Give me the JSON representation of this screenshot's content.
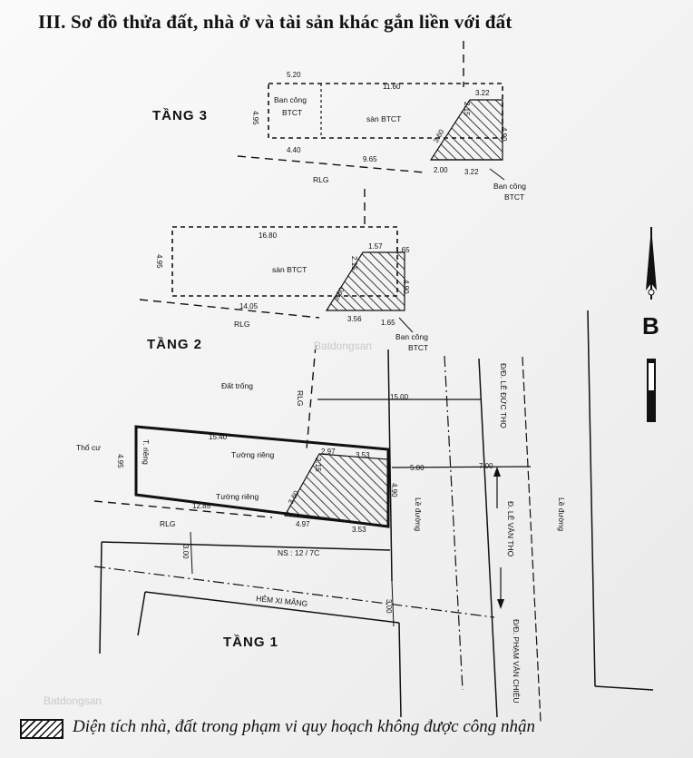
{
  "title": "III. Sơ đồ thửa đất, nhà ở và tài sản khác gắn liền với đất",
  "floors": {
    "tang3": {
      "label": "TẦNG 3",
      "balcony_left": [
        "Ban công",
        "BTCT"
      ],
      "slab": "sàn BTCT",
      "dims": [
        "5.20",
        "11.60",
        "3.22",
        "4.95",
        "4.90",
        "2.15",
        "3.60",
        "4.40",
        "9.65",
        "2.00",
        "3.22"
      ],
      "rlg": "RLG",
      "balcony_right": [
        "Ban công",
        "BTCT"
      ]
    },
    "tang2": {
      "label": "TẦNG 2",
      "slab": "sàn BTCT",
      "dims": [
        "16.80",
        "1.57",
        "1.65",
        "4.95",
        "2.15",
        "3.60",
        "4.90",
        "14.05",
        "3.56",
        "1.65"
      ],
      "rlg": "RLG",
      "balcony": [
        "Ban công",
        "BTCT"
      ]
    },
    "tang1": {
      "label": "TẦNG 1",
      "empty_land": "Đất trống",
      "rlg_top": "RLG",
      "neighbor": "Thổ cư",
      "private_wall_left": "T. riêng",
      "private_wall_top": "Tường riêng",
      "private_wall_bottom": "Tường riêng",
      "dims": [
        "15.40",
        "2.97",
        "3.53",
        "4.95",
        "2.15",
        "3.60",
        "12.85",
        "4.97",
        "3.53",
        "15.00",
        "5.00",
        "7.00",
        "3.00",
        "3.00",
        "4.90"
      ],
      "rlg": "RLG",
      "house_no": "NS : 12 / 7C",
      "alley": "HẺM XI MĂNG",
      "road_edge_1": "Lề đường",
      "road_edge_2": "Lề đường",
      "street_1": "Đ/Đ. LÊ ĐỨC THỌ",
      "street_2": "Đ. LÊ VĂN THỌ",
      "street_3": "Đ/Đ. PHẠM VĂN CHIÊU"
    }
  },
  "compass": {
    "letter": "B",
    "icon": "north-arrow-icon"
  },
  "watermarks": [
    "Batdongsan",
    "Batdongsan"
  ],
  "legend": {
    "text": "Diện tích nhà, đất trong phạm vi quy hoạch không được công nhận"
  }
}
